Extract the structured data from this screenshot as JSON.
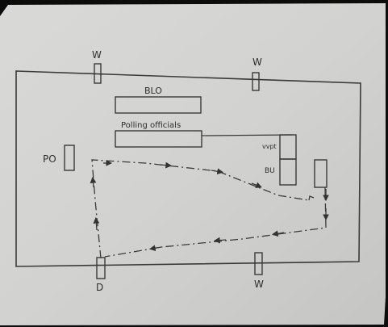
{
  "labels": {
    "window_top_left": "W",
    "window_top_right": "W",
    "window_bottom": "W",
    "door": "D",
    "presiding_officer": "PO",
    "blo_table": "BLO",
    "polling_officials": "Polling officials",
    "vvpat": "vvpt",
    "ballot_unit": "BU"
  }
}
